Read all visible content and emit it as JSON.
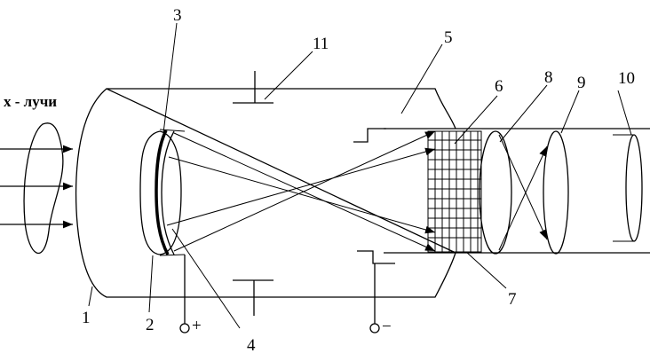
{
  "title": "x - лучи",
  "labels": {
    "l1": "1",
    "l2": "2",
    "l3": "3",
    "l4": "4",
    "l5": "5",
    "l6": "6",
    "l7": "7",
    "l8": "8",
    "l9": "9",
    "l10": "10",
    "l11": "11"
  },
  "terminals": {
    "plus": "+",
    "minus": "−"
  },
  "colors": {
    "ink": "#000000",
    "background": "#ffffff"
  }
}
